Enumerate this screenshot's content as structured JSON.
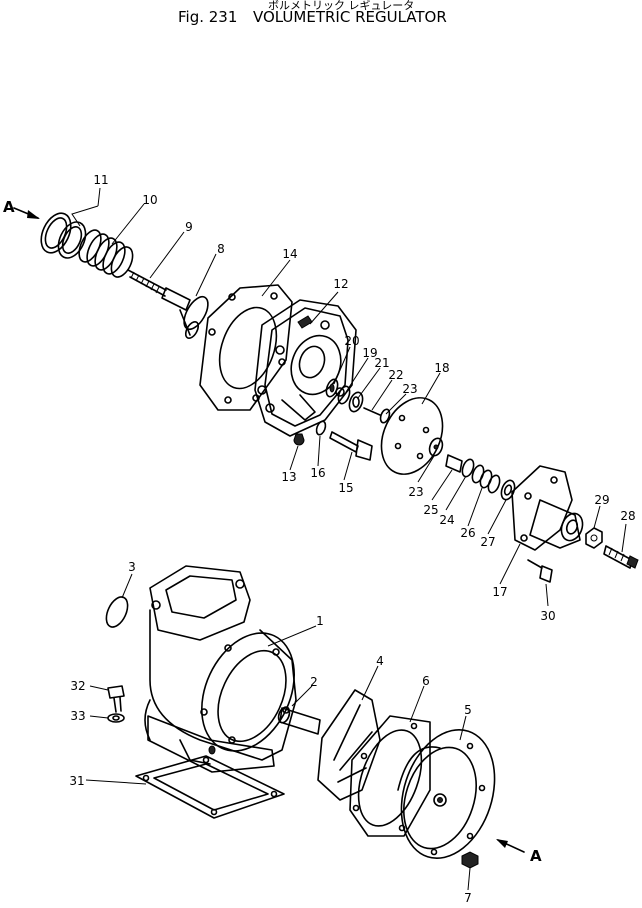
{
  "header": {
    "japanese_caption": "ボルメトリック レギュレータ",
    "fig_number": "Fig. 231",
    "fig_title": "VOLUMETRIC REGULATOR"
  },
  "view_marks": {
    "left": "A",
    "right": "A"
  },
  "callouts": {
    "c1": "1",
    "c2": "2",
    "c3": "3",
    "c4": "4",
    "c5": "5",
    "c6": "6",
    "c7": "7",
    "c8": "8",
    "c9": "9",
    "c10": "10",
    "c11": "11",
    "c12": "12",
    "c13": "13",
    "c14": "14",
    "c15": "15",
    "c16": "16",
    "c17": "17",
    "c18": "18",
    "c19": "19",
    "c20": "20",
    "c21": "21",
    "c22": "22",
    "c23a": "23",
    "c23b": "23",
    "c24": "24",
    "c25": "25",
    "c26": "26",
    "c27": "27",
    "c28": "28",
    "c29": "29",
    "c30": "30",
    "c31": "31",
    "c32": "32",
    "c33": "33"
  }
}
